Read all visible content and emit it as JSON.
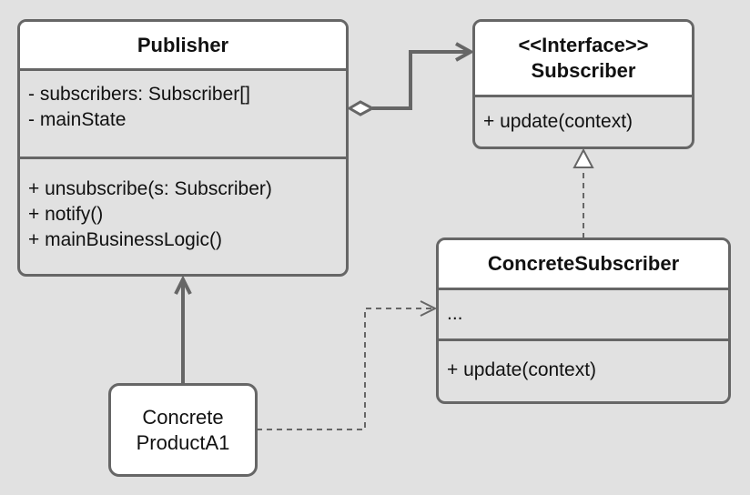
{
  "publisher": {
    "name": "Publisher",
    "fields": [
      "- subscribers: Subscriber[]",
      "- mainState"
    ],
    "methods": [
      "+ unsubscribe(s: Subscriber)",
      "+ notify()",
      "+ mainBusinessLogic()"
    ]
  },
  "subscriber": {
    "stereotype": "<<Interface>>",
    "name": "Subscriber",
    "methods": [
      "+ update(context)"
    ]
  },
  "concrete_subscriber": {
    "name": "ConcreteSubscriber",
    "fields": [
      "..."
    ],
    "methods": [
      "+ update(context)"
    ]
  },
  "concrete_product": {
    "lines": [
      "Concrete",
      "ProductA1"
    ]
  },
  "relations": [
    {
      "type": "aggregation",
      "from": "Publisher",
      "to": "Subscriber"
    },
    {
      "type": "realization",
      "from": "ConcreteSubscriber",
      "to": "Subscriber"
    },
    {
      "type": "inheritance",
      "from": "ConcreteProductA1",
      "to": "Publisher"
    },
    {
      "type": "dependency",
      "from": "ConcreteProductA1",
      "to": "ConcreteSubscriber"
    }
  ],
  "colors": {
    "background": "#e1e1e1",
    "box_fill": "#ffffff",
    "stroke": "#666666",
    "text": "#111111"
  }
}
